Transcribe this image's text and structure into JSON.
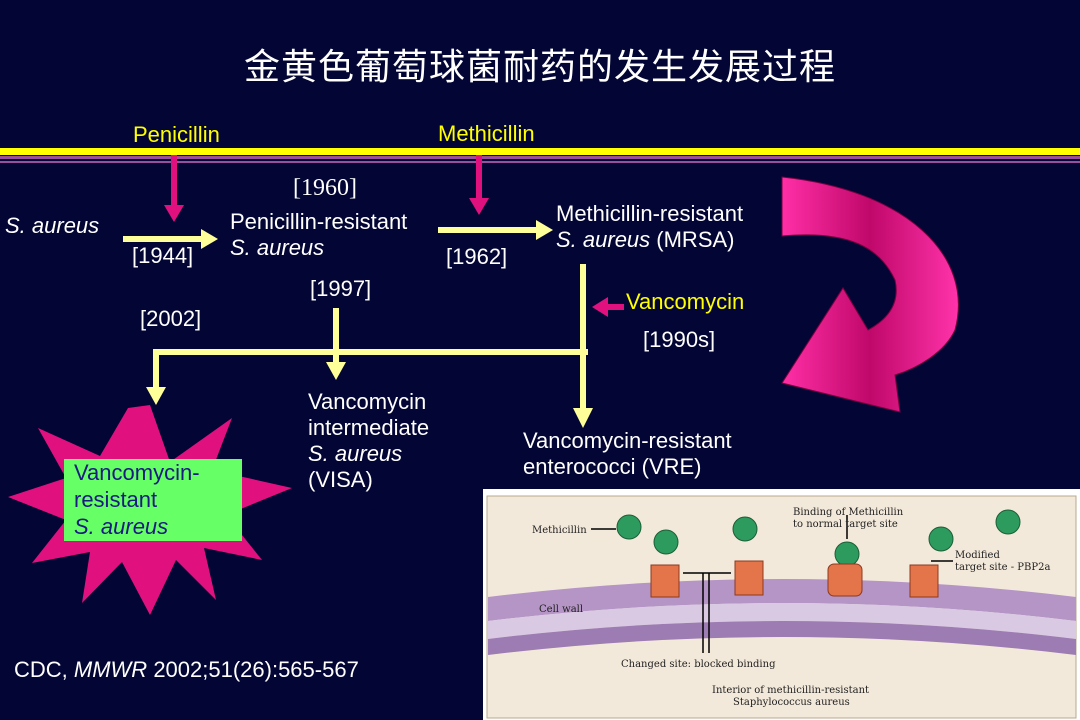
{
  "title": "金黄色葡萄球菌耐药的发生发展过程",
  "drugs": {
    "penicillin": "Penicillin",
    "methicillin": "Methicillin",
    "vancomycin": "Vancomycin"
  },
  "organisms": {
    "s_aureus": "S. aureus",
    "prsa_line1": "Penicillin-resistant",
    "prsa_line2": "S. aureus",
    "mrsa_line1": "Methicillin-resistant",
    "mrsa_line2_italic": "S. aureus",
    "mrsa_line2_rest": " (MRSA)",
    "visa_line1": "Vancomycin",
    "visa_line2": "intermediate",
    "visa_line3": "S. aureus",
    "visa_line4": "(VISA)",
    "vre_line1": "Vancomycin-resistant",
    "vre_line2": "enterococci (VRE)",
    "vrsa_line1": "Vancomycin-",
    "vrsa_line2": "resistant",
    "vrsa_line3": "S. aureus"
  },
  "years": {
    "y1944": "[1944]",
    "y1960": "[1960]",
    "y1962": "[1962]",
    "y1997": "[1997]",
    "y2002": "[2002]",
    "y1990s": "[1990s]"
  },
  "citation": {
    "prefix": "CDC, ",
    "journal": "MMWR",
    "rest": " 2002;51(26):565-567"
  },
  "inset": {
    "methicillin": "Methicillin",
    "binding_line1": "Binding of Methicillin",
    "binding_line2": "to normal target site",
    "modified_line1": "Modified",
    "modified_line2": "target site - PBP2a",
    "cell_wall": "Cell wall",
    "changed_site": "Changed site: blocked binding",
    "interior_line1": "Interior of methicillin-resistant",
    "interior_line2": "Staphylococcus aureus"
  },
  "colors": {
    "background": "#030634",
    "accent_yellow": "#ffff00",
    "arrow_pale": "#ffff99",
    "arrow_magenta": "#e0117f",
    "box_green": "#66ff66",
    "band_purple": "#9a4f9e"
  }
}
